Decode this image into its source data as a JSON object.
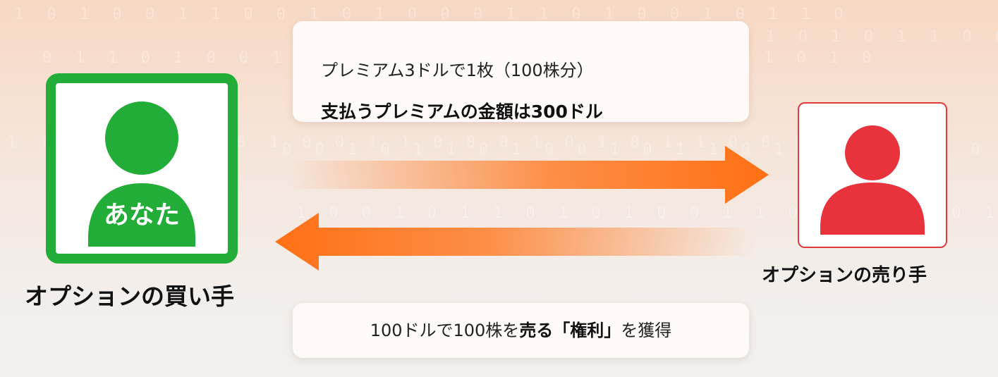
{
  "top_note": {
    "line1": "プレミアム3ドルで1枚（100株分）",
    "line2": "支払うプレミアムの金額は300ドル"
  },
  "bottom_note": {
    "prefix": "100ドルで100株を",
    "bold": "売る「権利」",
    "suffix": "を獲得"
  },
  "buyer": {
    "label": "オプションの買い手",
    "badge": "あなた",
    "icon": "person-icon",
    "color": "#22ac38"
  },
  "seller": {
    "label": "オプションの売り手",
    "icon": "person-icon",
    "color": "#e8333d"
  },
  "arrows": {
    "premium_direction": "buyer-to-seller",
    "right_direction": "seller-to-buyer",
    "color": "#ff7014"
  },
  "background": {
    "digit_rows": [
      "1 0 1 0 0 1 1 0 0 1 0 1 0 0 0 1 1 0 1 0 0 1 0 1 1 0",
      "0 1 1 0 1 0 0 1 0 1 1 0 0 1 0 1 0 0 1 1 0 0 1 0 1 0",
      "1 1 0 0 1 0 1 0 1 0 0 1 1 0 0 0 1 0 1 0 1 1 0 0 1 1",
      "0 0 1 0 1 1 0 1 0 0 1 0 1 1 0 1 0 1 0 0 1 0 1 1 0 1",
      "1 0 0 1 0 1 1 0 1 0 1 0 0 1 1 0 1 0 0 1 0 1 0 1 1 0",
      "0 1 0 1 1 0 0 1 0 1 0 1 1 0 0 1 0 1 1 0 1 0 0 1 0 1"
    ]
  }
}
